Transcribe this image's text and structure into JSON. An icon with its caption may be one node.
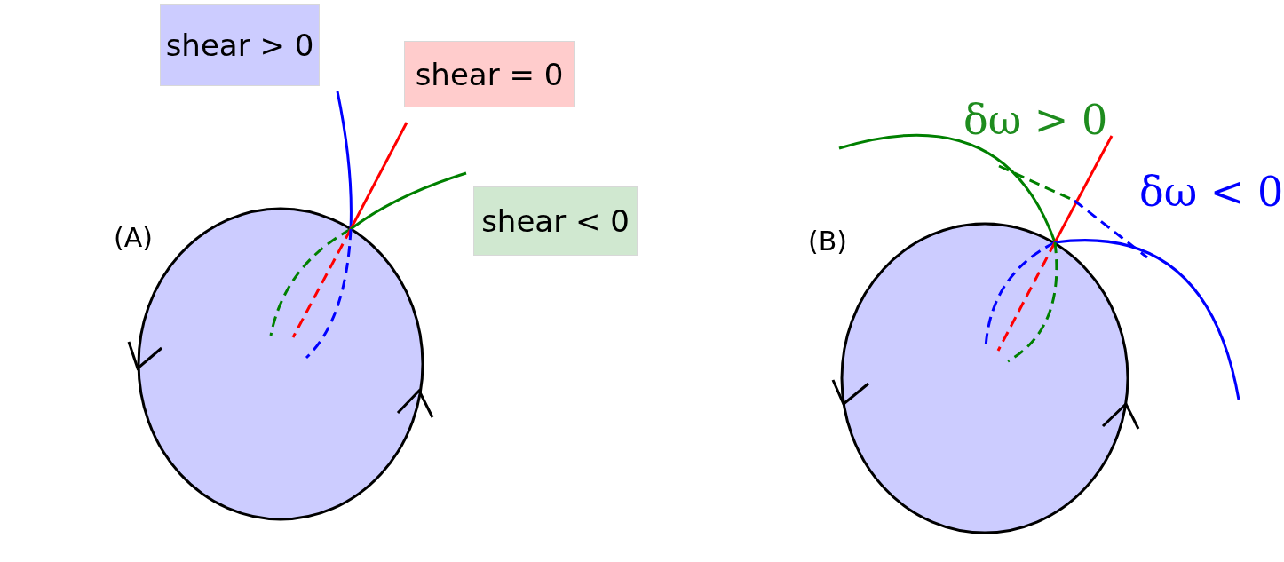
{
  "diagram": {
    "nodes": [
      {
        "text": [
          "shear > 0"
        ]
      },
      {
        "text": [
          "shear = 0"
        ]
      },
      {
        "text": [
          "shear < 0"
        ]
      }
    ],
    "labels": [
      "(A)",
      "δω > 0",
      "δω < 0",
      "(B)"
    ]
  }
}
